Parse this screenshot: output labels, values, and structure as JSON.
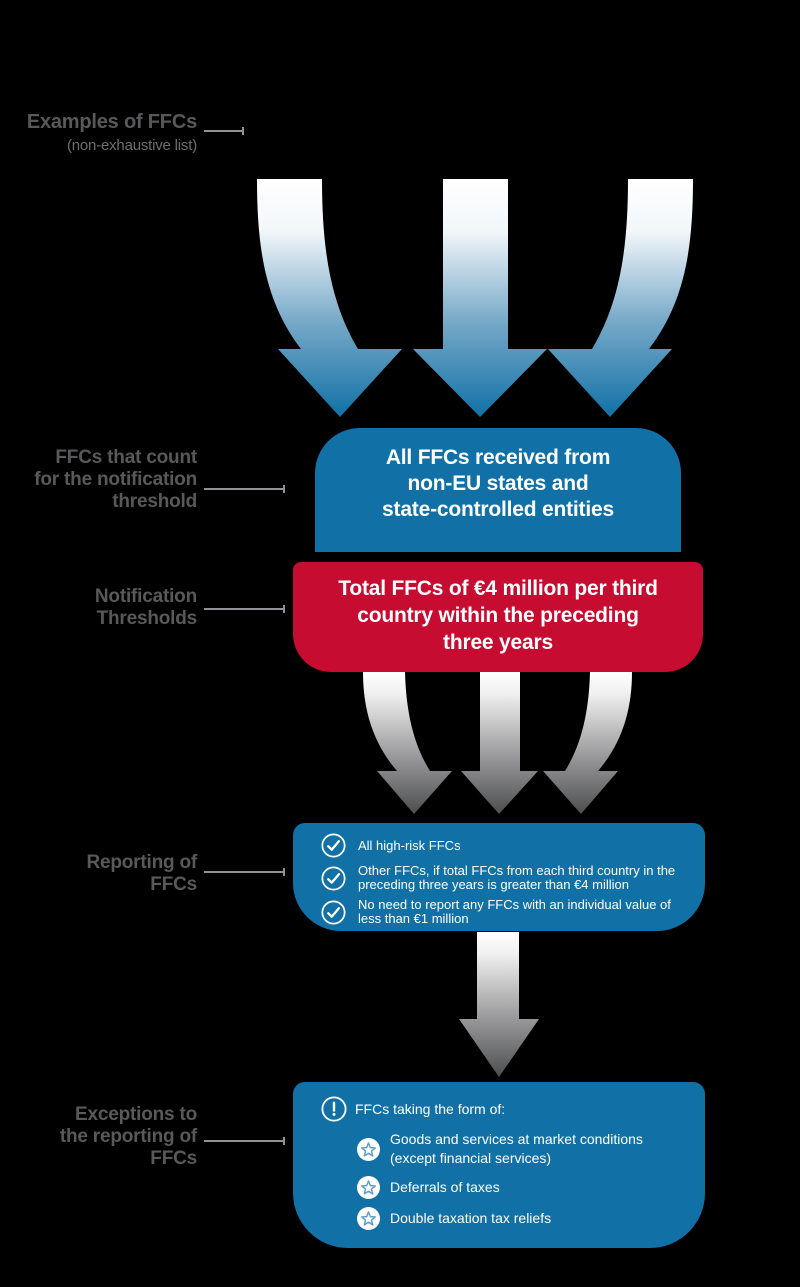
{
  "colors": {
    "background": "#000000",
    "blue_box": "#1171A6",
    "red_box": "#C60C30",
    "label_gray": "#58595B",
    "connector_gray": "#909295",
    "arrow_blue_gradient_end": "#1171A6",
    "arrow_gray_gradient_end": "#4D4E50",
    "star_stroke_blue": "#5B9EC9"
  },
  "labels": {
    "examples": {
      "title": "Examples of FFCs",
      "subtitle": "(non-exhaustive list)"
    },
    "count": {
      "line1": "FFCs that count",
      "line2": "for the notification",
      "line3": "threshold"
    },
    "notification": {
      "line1": "Notification",
      "line2": "Thresholds"
    },
    "reporting": {
      "line1": "Reporting of",
      "line2": "FFCs"
    },
    "exceptions": {
      "line1": "Exceptions to",
      "line2": "the reporting of",
      "line3": "FFCs"
    }
  },
  "boxes": {
    "all_ffcs": {
      "line1": "All FFCs received from",
      "line2": "non-EU states and",
      "line3": "state-controlled entities"
    },
    "threshold": {
      "line1": "Total FFCs of €4 million per third",
      "line2": "country within the preceding",
      "line3": "three years"
    },
    "reporting": {
      "items": [
        {
          "icon": "check-circle",
          "text": "All high-risk FFCs"
        },
        {
          "icon": "check-circle",
          "text": "Other FFCs, if total FFCs from each third country in the preceding three years is greater than €4 million"
        },
        {
          "icon": "check-circle",
          "text": "No need to report any FFCs with an individual value of less than €1 million"
        }
      ]
    },
    "exceptions": {
      "heading_icon": "exclamation-circle",
      "heading": "FFCs taking the form of:",
      "items": [
        {
          "icon": "star-circle",
          "text": "Goods and services at market conditions (except financial services)"
        },
        {
          "icon": "star-circle",
          "text": "Deferrals of taxes"
        },
        {
          "icon": "star-circle",
          "text": "Double taxation tax reliefs"
        }
      ]
    }
  },
  "arrows": {
    "top_blue_count": 3,
    "middle_gray_count": 3,
    "bottom_gray_count": 1
  }
}
